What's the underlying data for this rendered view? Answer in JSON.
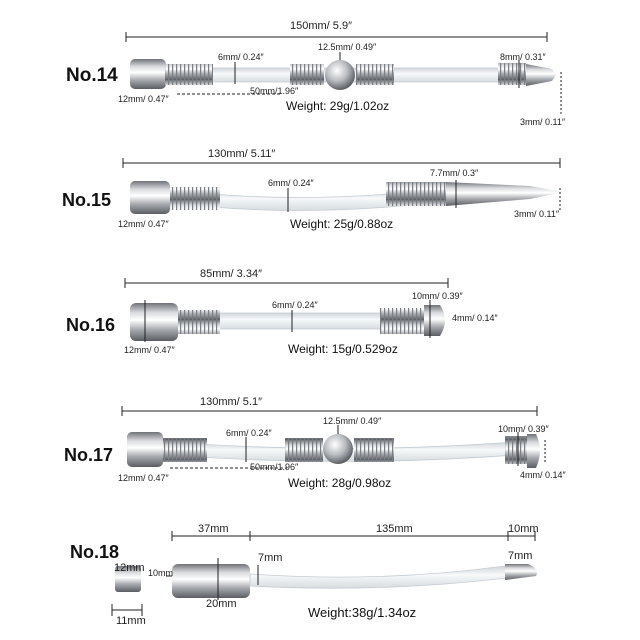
{
  "items": [
    {
      "label": "No.14",
      "overall": "150mm/ 5.9″",
      "d1": "6mm/ 0.24″",
      "d2": "12.5mm/ 0.49″",
      "d3": "8mm/ 0.31″",
      "d4": "12mm/ 0.47″",
      "d5": "50mm/1.96″",
      "d6": "3mm/ 0.11″",
      "weight": "Weight:  29g/1.02oz"
    },
    {
      "label": "No.15",
      "overall": "130mm/  5.11″",
      "d1": "6mm/ 0.24″",
      "d2": "7.7mm/  0.3″",
      "d3": "3mm/ 0.11″",
      "d4": "12mm/ 0.47″",
      "weight": "Weight:  25g/0.88oz"
    },
    {
      "label": "No.16",
      "overall": "85mm/ 3.34″",
      "d1": "6mm/ 0.24″",
      "d2": "10mm/ 0.39″",
      "d3": "4mm/ 0.14″",
      "d4": "12mm/  0.47″",
      "weight": "Weight:  15g/0.529oz"
    },
    {
      "label": "No.17",
      "overall": "130mm/ 5.1″",
      "d1": "6mm/ 0.24″",
      "d2": "12.5mm/ 0.49″",
      "d3": "10mm/ 0.39″",
      "d4": "12mm/ 0.47″",
      "d5": "50mm/1.96″",
      "d6": "4mm/ 0.14″",
      "weight": "Weight:  28g/0.98oz"
    },
    {
      "label": "No.18",
      "seg1": "37mm",
      "seg2": "135mm",
      "seg3": "10mm",
      "d1": "12mm",
      "d2": "10mm",
      "d3": "7mm",
      "d4": "20mm",
      "d5": "7mm",
      "d6": "11mm",
      "weight": "Weight:38g/1.34oz"
    }
  ],
  "colors": {
    "metal_dark": "#6f7277",
    "metal_light": "#f2f3f4",
    "tube": "#e9edf0",
    "text": "#111111"
  }
}
